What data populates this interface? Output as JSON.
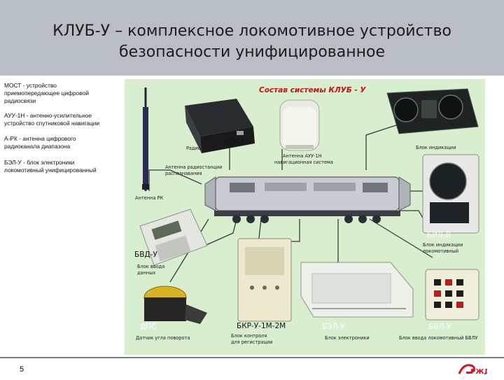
{
  "slide": {
    "title_line1": "КЛУБ-У – комплексное локомотивное устройство",
    "title_line2": "безопасности унифицированное",
    "page_number": "5"
  },
  "descriptions": [
    {
      "lines": [
        "МОСТ - устройство",
        "приемопередающее цифровой",
        "радиосвязи"
      ]
    },
    {
      "lines": [
        "АУУ-1Н - антенно-усилительное",
        "устройство спутниковой навигации"
      ]
    },
    {
      "lines": [
        "А-РК - антенна цифрового",
        "радиоканала диапазона"
      ]
    },
    {
      "lines": [
        "БЭЛ-У - блок электроники",
        "локомотивный унифицированный"
      ]
    }
  ],
  "diagram": {
    "header": "Состав системы КЛУБ - У",
    "labels": {
      "most_caption": "Радиостанция",
      "most": "МОСТ",
      "auu_caption1": "Антенна АУУ-1Н",
      "auu_caption2": "навигационная система",
      "blocks": "Блок индикации",
      "antenna_caption1": "Антенна радиостанции",
      "antenna_caption2": "распознавания",
      "antenna_name": "Антенна РК",
      "bil": "БИЛ-В",
      "bil_caption1": "Блок индикации",
      "bil_caption2": "локомотивный",
      "bvd": "БВД-У",
      "bvd_caption1": "Блок ввода",
      "bvd_caption2": "данных",
      "dps": "ДПС",
      "dps_caption": "Датчик угла поворота",
      "bkr": "БКР-У-1М-2М",
      "bkr_caption1": "Блок контроля",
      "bkr_caption2": "для регистрации",
      "bel": "БЭЛ-У",
      "bel_caption": "Блок электроники",
      "bvl": "БВЛ-У",
      "bvl_caption": "Блок ввода локомотивный БВЛУ"
    }
  },
  "logo_text": "РЖД",
  "colors": {
    "title_band": "#b9bdc4",
    "diagram_bg": "#d9edcf",
    "wire": "#3a3a3a",
    "logo_red": "#d0161e"
  }
}
